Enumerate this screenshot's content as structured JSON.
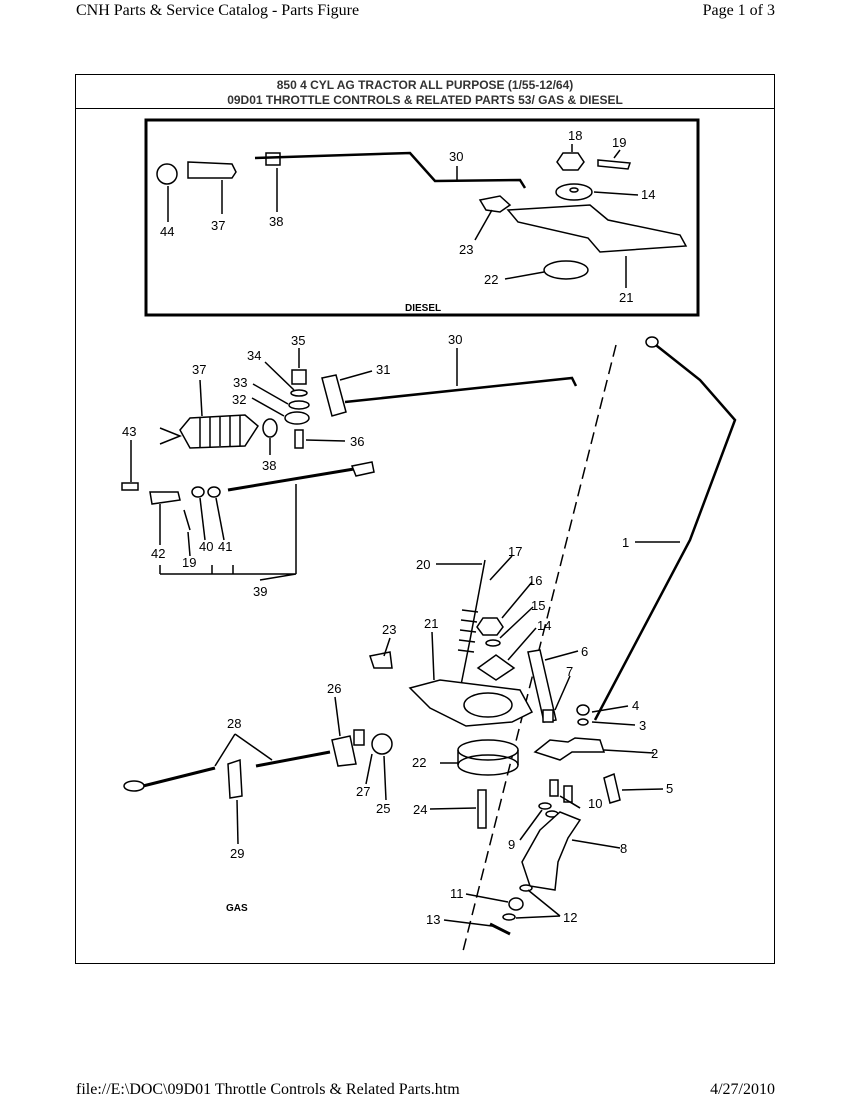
{
  "header": {
    "left": "CNH Parts & Service Catalog - Parts Figure",
    "right": "Page 1 of 3"
  },
  "figure": {
    "title_line1": "850 4 CYL AG TRACTOR ALL PURPOSE (1/55-12/64)",
    "title_line2": "09D01 THROTTLE CONTROLS & RELATED PARTS 53/ GAS & DIESEL",
    "diesel_caption": "DIESEL",
    "gas_caption": "GAS",
    "diesel_callouts": [
      "18",
      "19",
      "30",
      "14",
      "44",
      "37",
      "38",
      "23",
      "22",
      "21"
    ],
    "gas_callouts": [
      "35",
      "30",
      "34",
      "31",
      "37",
      "33",
      "32",
      "43",
      "36",
      "38",
      "42",
      "40",
      "41",
      "19",
      "39",
      "1",
      "20",
      "17",
      "16",
      "15",
      "23",
      "21",
      "14",
      "6",
      "7",
      "26",
      "4",
      "3",
      "28",
      "2",
      "22",
      "27",
      "5",
      "10",
      "25",
      "24",
      "29",
      "9",
      "8",
      "11",
      "12",
      "13"
    ]
  },
  "footer": {
    "left": "file://E:\\DOC\\09D01 Throttle Controls & Related Parts.htm",
    "right": "4/27/2010"
  },
  "colors": {
    "ink": "#000000",
    "title_text": "#333333"
  }
}
